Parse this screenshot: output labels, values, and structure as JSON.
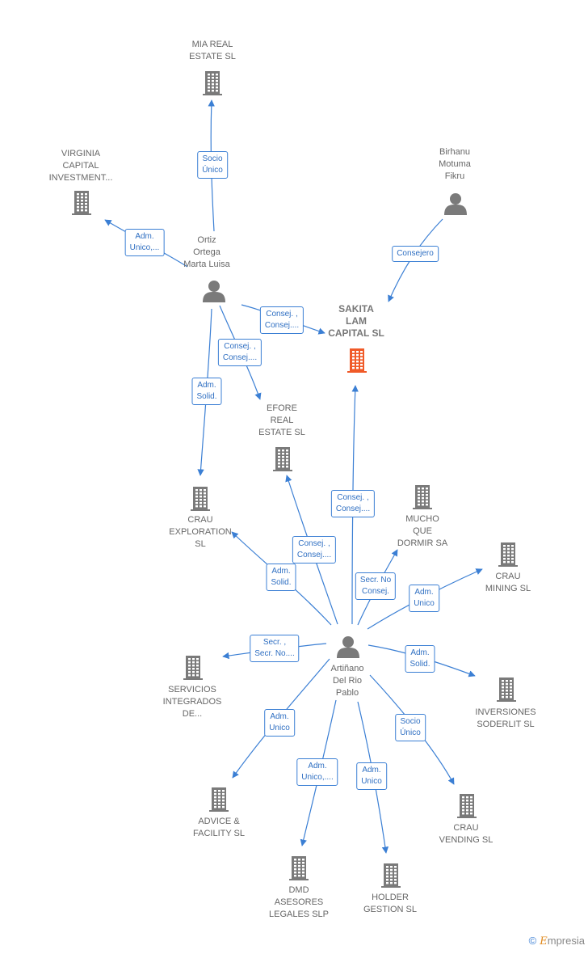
{
  "nodes": [
    {
      "id": "mia",
      "type": "company",
      "label": "MIA REAL\nESTATE  SL"
    },
    {
      "id": "virginia",
      "type": "company",
      "label": "VIRGINIA\nCAPITAL\nINVESTMENT..."
    },
    {
      "id": "birhanu",
      "type": "person",
      "label": "Birhanu\nMotuma\nFikru"
    },
    {
      "id": "ortiz",
      "type": "person",
      "label": "Ortiz\nOrtega\nMarta Luisa"
    },
    {
      "id": "sakita",
      "type": "company",
      "main": true,
      "label": "SAKITA\nLAM\nCAPITAL  SL"
    },
    {
      "id": "efore",
      "type": "company",
      "label": "EFORE\nREAL\nESTATE  SL"
    },
    {
      "id": "crau_exp",
      "type": "company",
      "label": "CRAU\nEXPLORATION\nSL"
    },
    {
      "id": "mucho",
      "type": "company",
      "label": "MUCHO\nQUE\nDORMIR SA"
    },
    {
      "id": "crau_mining",
      "type": "company",
      "label": "CRAU\nMINING  SL"
    },
    {
      "id": "artinano",
      "type": "person",
      "label": "Artiñano\nDel Rio\nPablo"
    },
    {
      "id": "servicios",
      "type": "company",
      "label": "SERVICIOS\nINTEGRADOS\nDE..."
    },
    {
      "id": "inversiones",
      "type": "company",
      "label": "INVERSIONES\nSODERLIT SL"
    },
    {
      "id": "advice",
      "type": "company",
      "label": "ADVICE &\nFACILITY SL"
    },
    {
      "id": "crau_vending",
      "type": "company",
      "label": "CRAU\nVENDING SL"
    },
    {
      "id": "dmd",
      "type": "company",
      "label": "DMD\nASESORES\nLEGALES  SLP"
    },
    {
      "id": "holder",
      "type": "company",
      "label": "HOLDER\nGESTION SL"
    }
  ],
  "edges": [
    {
      "from": "ortiz",
      "to": "mia",
      "label": "Socio\nÚnico"
    },
    {
      "from": "ortiz",
      "to": "virginia",
      "label": "Adm.\nUnico,..."
    },
    {
      "from": "birhanu",
      "to": "sakita",
      "label": "Consejero"
    },
    {
      "from": "ortiz",
      "to": "sakita",
      "label": "Consej. ,\nConsej...."
    },
    {
      "from": "ortiz",
      "to": "efore",
      "label": "Consej. ,\nConsej...."
    },
    {
      "from": "ortiz",
      "to": "crau_exp",
      "label": "Adm.\nSolid."
    },
    {
      "from": "artinano",
      "to": "sakita",
      "label": "Consej. ,\nConsej...."
    },
    {
      "from": "artinano",
      "to": "efore",
      "label": "Consej. ,\nConsej...."
    },
    {
      "from": "artinano",
      "to": "crau_exp",
      "label": "Adm.\nSolid."
    },
    {
      "from": "artinano",
      "to": "mucho",
      "label": "Secr.  No\nConsej."
    },
    {
      "from": "artinano",
      "to": "crau_mining",
      "label": "Adm.\nUnico"
    },
    {
      "from": "artinano",
      "to": "servicios",
      "label": "Secr. ,\nSecr. No...."
    },
    {
      "from": "artinano",
      "to": "inversiones",
      "label": "Adm.\nSolid."
    },
    {
      "from": "artinano",
      "to": "advice",
      "label": "Adm.\nUnico"
    },
    {
      "from": "artinano",
      "to": "dmd",
      "label": "Adm.\nUnico,...."
    },
    {
      "from": "artinano",
      "to": "holder",
      "label": "Adm.\nUnico"
    },
    {
      "from": "artinano",
      "to": "crau_vending",
      "label": "Socio\nÚnico"
    }
  ],
  "colors": {
    "edge": "#3b7fd4",
    "icon": "#7a7a7a",
    "main_icon": "#f05a28"
  },
  "footer": {
    "copyright": "©",
    "brand_initial": "E",
    "brand_rest": "mpresia"
  }
}
